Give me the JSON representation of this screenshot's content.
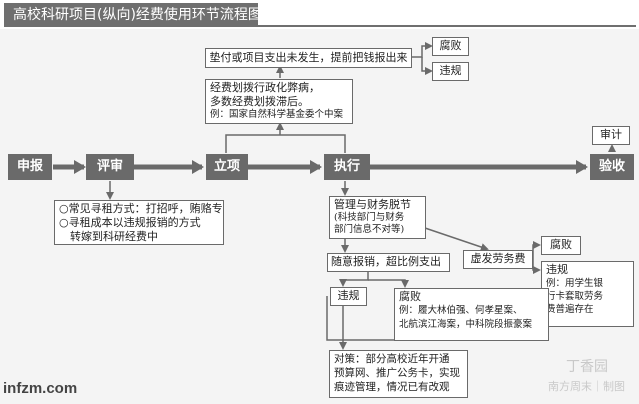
{
  "title": "高校科研项目(纵向)经费使用环节流程图",
  "main_flow": {
    "apply": "申报",
    "review": "评审",
    "establish": "立项",
    "execute": "执行",
    "accept": "验收"
  },
  "advance_box": "垫付或项目支出未发生，提前把钱报出来",
  "advance_outcomes": [
    "腐败",
    "违规"
  ],
  "allocation_box": {
    "lines": [
      "经费划拨行政化弊病，",
      "多数经费划拨滞后。"
    ],
    "note": "例：国家自然科学基金委个中案"
  },
  "audit": "审计",
  "review_notes": [
    "○常见寻租方式：打招呼，贿赂专家",
    "○寻租成本以违规报销的方式",
    "转嫁到科研经费中"
  ],
  "mgmt_box": {
    "title": "管理与财务脱节",
    "note_lines": [
      "(科技部门与财务",
      "部门信息不对等)"
    ]
  },
  "labor_fee": "虚发劳务费",
  "labor_corruption": "腐败",
  "labor_violation": {
    "title": "违规",
    "note_lines": [
      "例：用学生银",
      "行卡套取劳务",
      "费普遍存在"
    ]
  },
  "random_reimburse": "随意报销，超比例支出",
  "violation": "违规",
  "corruption_box": {
    "title": "腐败",
    "note_lines": [
      "例：履大林伯强、何孝星案、",
      "北航滨江海案，中科院段振豪案"
    ]
  },
  "countermeasure": [
    "对策：部分高校近年开通",
    "预算网、推广公务卡，实现",
    "痕迹管理，情况已有改观"
  ],
  "footer": {
    "site": "infzm.com",
    "watermark_brand": "丁香园",
    "watermark_credit": "南方周末｜制图"
  }
}
